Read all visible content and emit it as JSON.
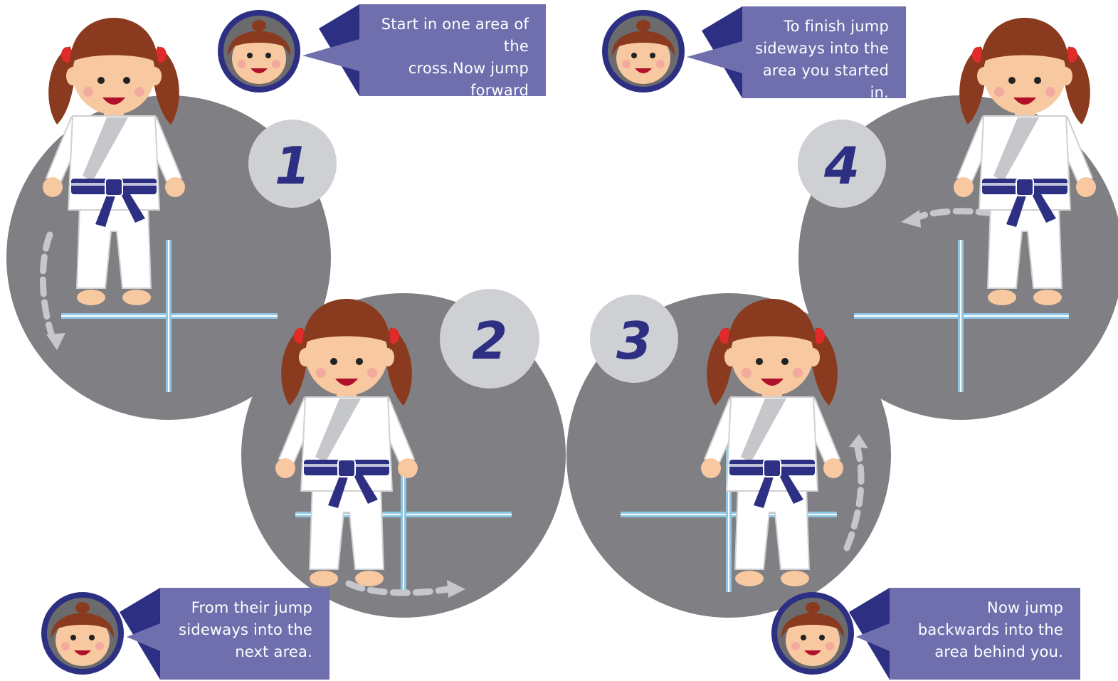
{
  "steps": [
    {
      "number": "1",
      "text": "Start in one area of the\ncross.Now jump forward\ninto the next area."
    },
    {
      "number": "2",
      "text": "From their jump\nsideways into the\nnext area."
    },
    {
      "number": "3",
      "text": "Now jump\nbackwards into the\narea behind you."
    },
    {
      "number": "4",
      "text": "To finish jump\nsideways into the\narea you started in."
    }
  ],
  "colors": {
    "circle": "#808084",
    "badge": "#cfd0d3",
    "number": "#2d2f83",
    "bubble": "#6f6fae",
    "bubble_fold": "#2d2f83",
    "cross_line": "#8fc6e3",
    "arrow": "#c6c7ca",
    "gi": "#ffffff",
    "belt": "#2d2f83",
    "hair": "#8a3a1e",
    "skin": "#f8c8a0"
  },
  "icons": [
    "girl-avatar-icon",
    "dashed-arrow-icon",
    "cross-floor-mark-icon",
    "karate-girl-icon"
  ]
}
